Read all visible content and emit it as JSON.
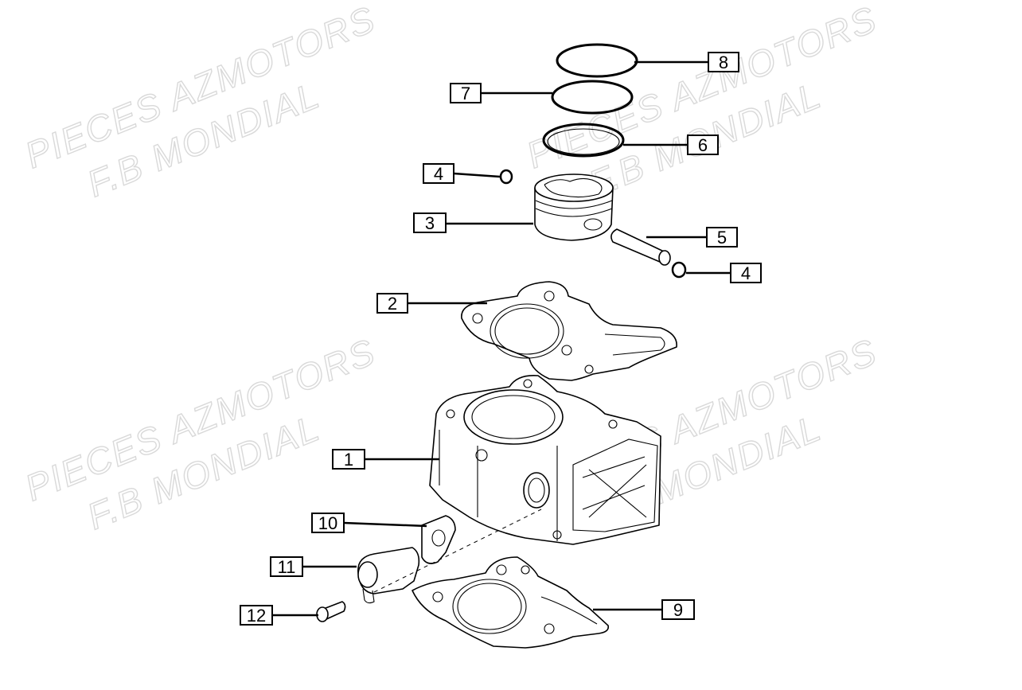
{
  "watermark": {
    "line1": "PIECES AZMOTORS",
    "line2": "F.B MONDIAL"
  },
  "callouts": [
    {
      "label": "1"
    },
    {
      "label": "2"
    },
    {
      "label": "3"
    },
    {
      "label": "4"
    },
    {
      "label": "4"
    },
    {
      "label": "5"
    },
    {
      "label": "6"
    },
    {
      "label": "7"
    },
    {
      "label": "8"
    },
    {
      "label": "9"
    },
    {
      "label": "10"
    },
    {
      "label": "11"
    },
    {
      "label": "12"
    }
  ],
  "colors": {
    "line": "#000000",
    "watermark": "#d9d9d9",
    "background": "#ffffff"
  }
}
